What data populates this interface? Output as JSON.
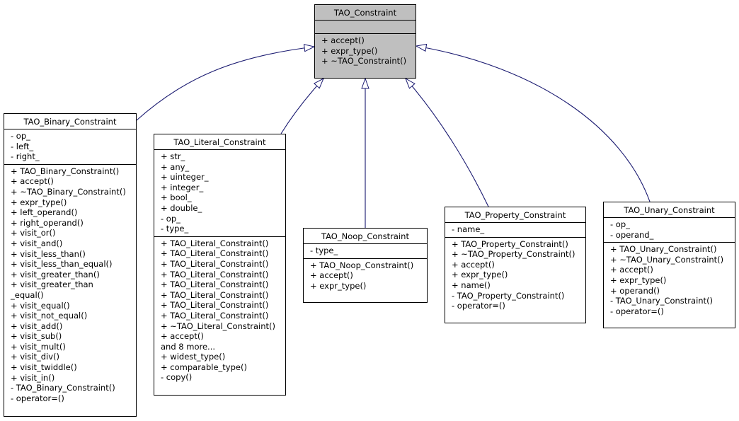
{
  "colors": {
    "edge": "#191970",
    "base_fill": "#bfbfbf",
    "box_fill": "#ffffff",
    "border": "#000000"
  },
  "classes": [
    {
      "id": "base",
      "name": "TAO_Constraint",
      "attributes": [],
      "operations": [
        "+ accept()",
        "+ expr_type()",
        "+ ~TAO_Constraint()"
      ]
    },
    {
      "id": "binary",
      "name": "TAO_Binary_Constraint",
      "attributes": [
        "- op_",
        "- left_",
        "- right_"
      ],
      "operations": [
        "+ TAO_Binary_Constraint()",
        "+ accept()",
        "+ ~TAO_Binary_Constraint()",
        "+ expr_type()",
        "+ left_operand()",
        "+ right_operand()",
        "+ visit_or()",
        "+ visit_and()",
        "+ visit_less_than()",
        "+ visit_less_than_equal()",
        "+ visit_greater_than()",
        "+ visit_greater_than",
        "_equal()",
        "+ visit_equal()",
        "+ visit_not_equal()",
        "+ visit_add()",
        "+ visit_sub()",
        "+ visit_mult()",
        "+ visit_div()",
        "+ visit_twiddle()",
        "+ visit_in()",
        "- TAO_Binary_Constraint()",
        "- operator=()"
      ]
    },
    {
      "id": "literal",
      "name": "TAO_Literal_Constraint",
      "attributes": [
        "+ str_",
        "+ any_",
        "+ uinteger_",
        "+ integer_",
        "+ bool_",
        "+ double_",
        "- op_",
        "- type_"
      ],
      "operations": [
        "+ TAO_Literal_Constraint()",
        "+ TAO_Literal_Constraint()",
        "+ TAO_Literal_Constraint()",
        "+ TAO_Literal_Constraint()",
        "+ TAO_Literal_Constraint()",
        "+ TAO_Literal_Constraint()",
        "+ TAO_Literal_Constraint()",
        "+ TAO_Literal_Constraint()",
        "+ ~TAO_Literal_Constraint()",
        "+ accept()",
        "and 8 more...",
        "+ widest_type()",
        "+ comparable_type()",
        "- copy()"
      ]
    },
    {
      "id": "noop",
      "name": "TAO_Noop_Constraint",
      "attributes": [
        "- type_"
      ],
      "operations": [
        "+ TAO_Noop_Constraint()",
        "+ accept()",
        "+ expr_type()"
      ]
    },
    {
      "id": "property",
      "name": "TAO_Property_Constraint",
      "attributes": [
        "- name_"
      ],
      "operations": [
        "+ TAO_Property_Constraint()",
        "+ ~TAO_Property_Constraint()",
        "+ accept()",
        "+ expr_type()",
        "+ name()",
        "- TAO_Property_Constraint()",
        "- operator=()"
      ]
    },
    {
      "id": "unary",
      "name": "TAO_Unary_Constraint",
      "attributes": [
        "- op_",
        "- operand_"
      ],
      "operations": [
        "+ TAO_Unary_Constraint()",
        "+ ~TAO_Unary_Constraint()",
        "+ accept()",
        "+ expr_type()",
        "+ operand()",
        "- TAO_Unary_Constraint()",
        "- operator=()"
      ]
    }
  ],
  "inheritance": [
    {
      "from": "binary",
      "to": "base"
    },
    {
      "from": "literal",
      "to": "base"
    },
    {
      "from": "noop",
      "to": "base"
    },
    {
      "from": "property",
      "to": "base"
    },
    {
      "from": "unary",
      "to": "base"
    }
  ]
}
